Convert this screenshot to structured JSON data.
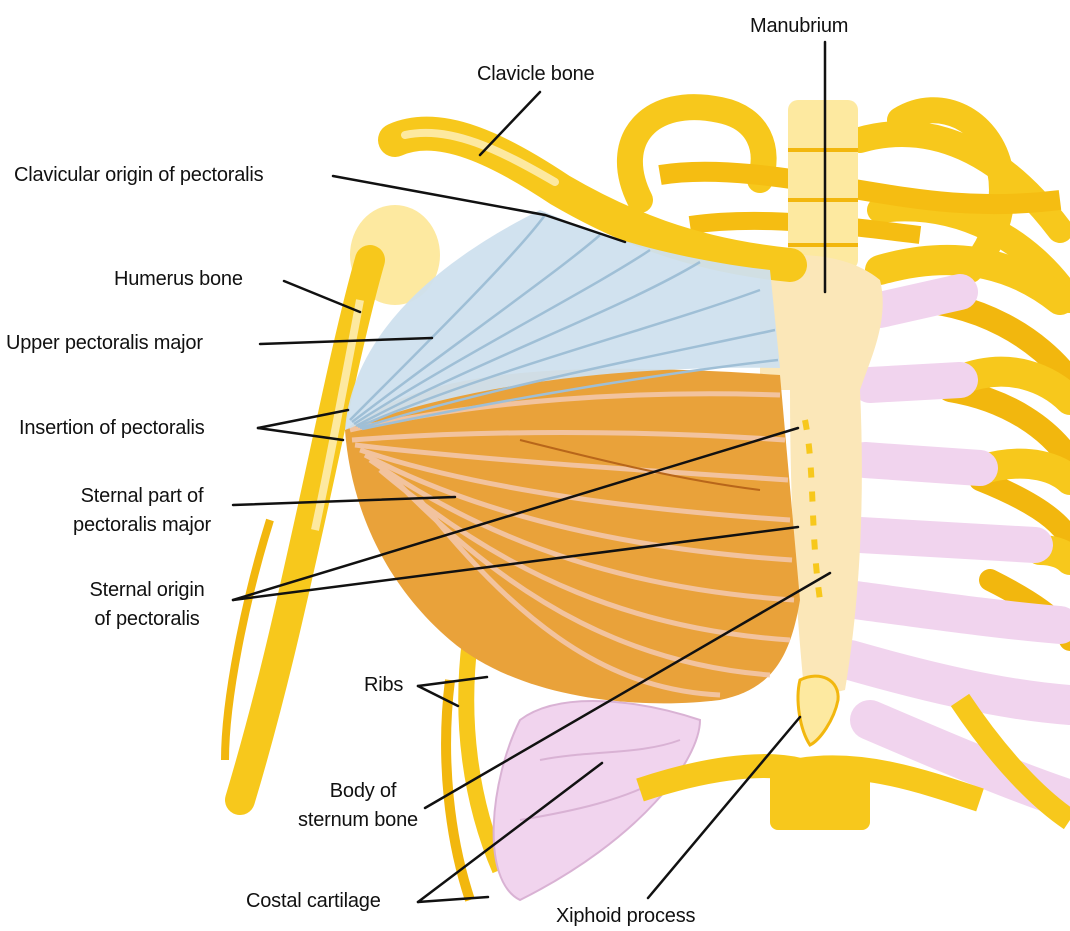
{
  "colors": {
    "bone": "#f7c81c",
    "bone_dark": "#e7a800",
    "bone_light": "#fde9a0",
    "cartilage": "#f1d4ee",
    "cartilage_edge": "#d9b2d4",
    "muscle_upper": "#cfe0ee",
    "muscle_upper_fiber": "#9fbfd6",
    "muscle_sternal": "#e9a23a",
    "muscle_sternal_light": "#f4c9b0",
    "sternum": "#fbe7b8",
    "leader": "#111111"
  },
  "labels": {
    "manubrium": "Manubrium",
    "clavicle": "Clavicle bone",
    "clavicular_origin": "Clavicular origin of pectoralis",
    "humerus": "Humerus bone",
    "upper_pectoralis": "Upper pectoralis major",
    "insertion": "Insertion of pectoralis",
    "sternal_part_1": "Sternal part of",
    "sternal_part_2": "pectoralis major",
    "sternal_origin_1": "Sternal origin",
    "sternal_origin_2": "of pectoralis",
    "ribs": "Ribs",
    "body_sternum_1": "Body of",
    "body_sternum_2": "sternum bone",
    "costal": "Costal cartilage",
    "xiphoid": "Xiphoid process"
  }
}
